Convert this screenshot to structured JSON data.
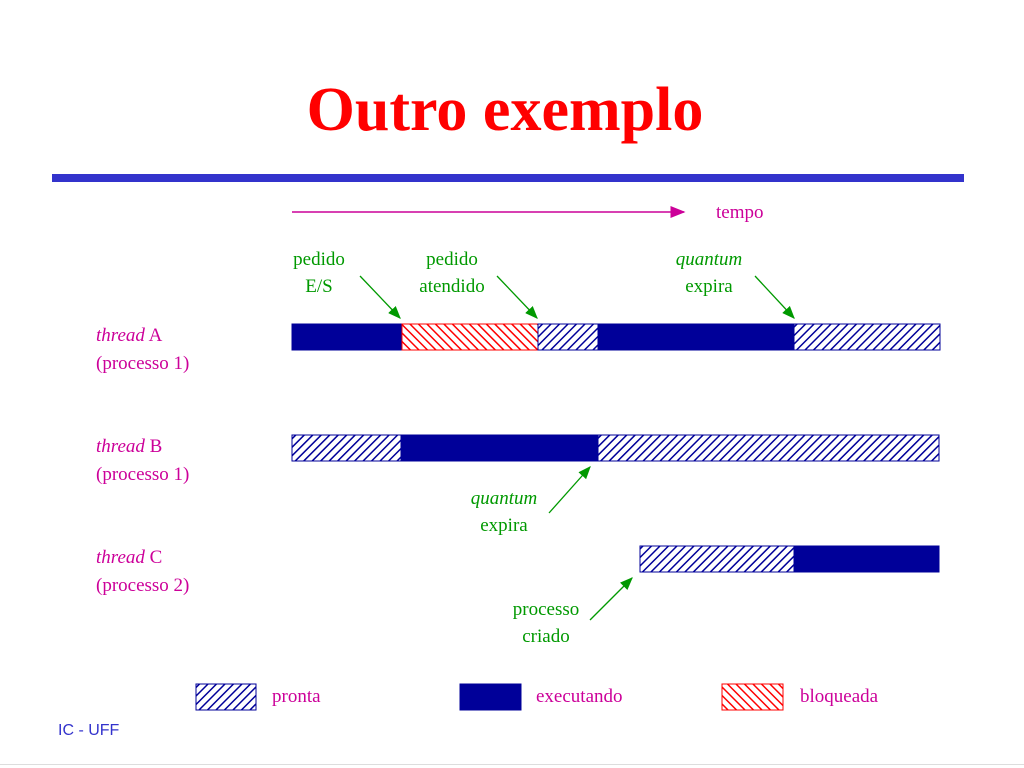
{
  "title": "Outro exemplo",
  "colors": {
    "title": "#ff0000",
    "rule": "#3333cc",
    "executando": "#000099",
    "pronta_hatch": "#000099",
    "bloqueada_hatch": "#ff0000",
    "thread_labels": "#cc0099",
    "annotations": "#009900",
    "footer": "#3333cc"
  },
  "time_axis": {
    "label": "tempo"
  },
  "threads": [
    {
      "name_italic": "thread",
      "name_letter": "A",
      "process": "(processo 1)"
    },
    {
      "name_italic": "thread",
      "name_letter": "B",
      "process": "(processo 1)"
    },
    {
      "name_italic": "thread",
      "name_letter": "C",
      "process": "(processo 2)"
    }
  ],
  "annotations": {
    "pedido_es": {
      "line1": "pedido",
      "line2": "E/S"
    },
    "pedido_atendido": {
      "line1": "pedido",
      "line2": "atendido"
    },
    "quantum_a": {
      "line1": "quantum",
      "line2": "expira"
    },
    "quantum_b": {
      "line1": "quantum",
      "line2": "expira"
    },
    "processo_criado": {
      "line1": "processo",
      "line2": "criado"
    }
  },
  "legend": [
    {
      "state": "pronta",
      "label": "pronta",
      "icon": "hatch-blue"
    },
    {
      "state": "executando",
      "label": "executando",
      "icon": "solid-blue"
    },
    {
      "state": "bloqueada",
      "label": "bloqueada",
      "icon": "hatch-red"
    }
  ],
  "footer": "IC - UFF"
}
